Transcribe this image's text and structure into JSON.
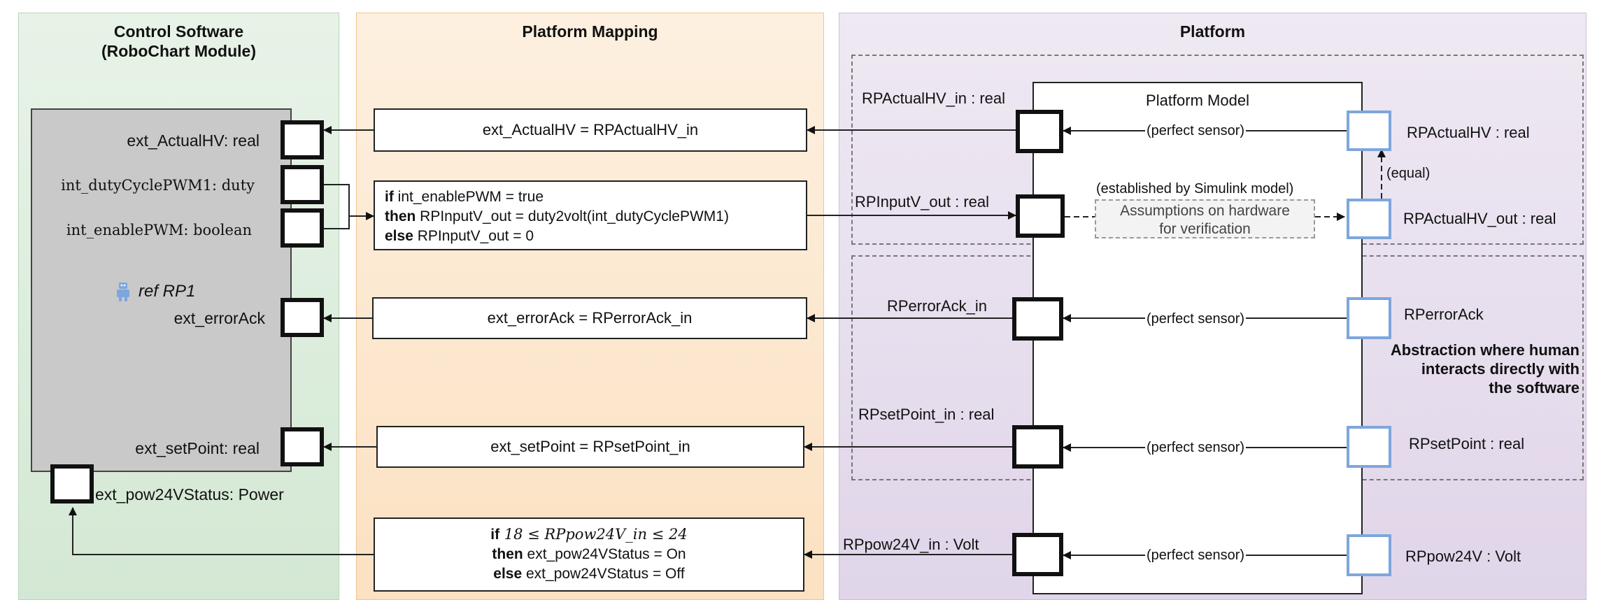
{
  "lanes": {
    "control": {
      "title": "Control Software\n(RoboChart Module)"
    },
    "mapping": {
      "title": "Platform Mapping"
    },
    "platform": {
      "title": "Platform"
    }
  },
  "colors": {
    "control_bg": "#d6ead7",
    "mapping_bg": "#fde3c4",
    "platform_bg": "#e3d9ea",
    "port_blue": "#7da6dc"
  },
  "control": {
    "ports": {
      "actualhv": "ext_ActualHV: real",
      "duty": "int_dutyCyclePWM1: duty",
      "enable": "int_enablePWM: boolean",
      "errorack": "ext_errorAck",
      "setpoint": "ext_setPoint: real",
      "pow24": "ext_pow24VStatus: Power"
    },
    "ref": "ref RP1",
    "robot_icon": "robot-icon"
  },
  "mapping": {
    "actualhv": "ext_ActualHV = RPActualHV_in",
    "pwm": {
      "l1_kw": "if",
      "l1": " int_enablePWM = true",
      "l2_kw": "then",
      "l2": " RPInputV_out = duty2volt(int_dutyCyclePWM1)",
      "l3_kw": "else",
      "l3": " RPInputV_out = 0"
    },
    "errorack": "ext_errorAck = RPerrorAck_in",
    "setpoint": "ext_setPoint = RPsetPoint_in",
    "pow": {
      "l1_kw": "if",
      "l1_math": " 18 ≤ RPpow24V_in ≤ 24",
      "l2_kw": "then",
      "l2": " ext_pow24VStatus = On",
      "l3_kw": "else",
      "l3": " ext_pow24VStatus = Off"
    }
  },
  "platform": {
    "model_title": "Platform Model",
    "left_ports": {
      "actualhv": "RPActualHV_in : real",
      "inputv": "RPInputV_out : real",
      "errorack": "RPerrorAck_in",
      "setpoint": "RPsetPoint_in : real",
      "pow": "RPpow24V_in : Volt"
    },
    "right_ports": {
      "actualhv": "RPActualHV : real",
      "actualhv_out": "RPActualHV_out : real",
      "errorack": "RPerrorAck",
      "setpoint": "RPsetPoint : real",
      "pow": "RPpow24V : Volt"
    },
    "edges": {
      "perfect_sensor": "(perfect sensor)",
      "equal": "(equal)",
      "established": "(established by Simulink model)"
    },
    "assumption": "Assumptions on hardware\nfor verification",
    "abstraction": "Abstraction where human\ninteracts directly with\nthe software"
  }
}
